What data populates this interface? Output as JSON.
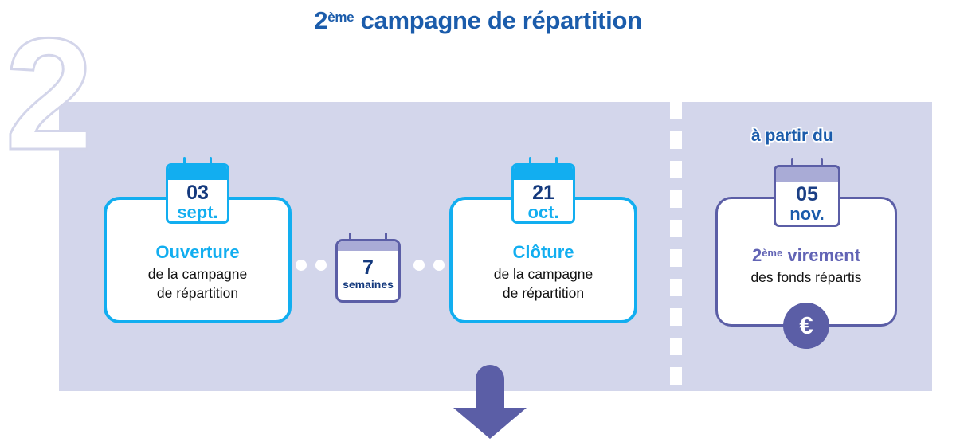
{
  "title": {
    "prefix": "2",
    "sup": "ème",
    "rest": " campagne de répartition"
  },
  "step_numeral": "2",
  "colors": {
    "band": "#d3d6eb",
    "title_blue": "#1b5cab",
    "cyan": "#12aef0",
    "navy": "#14397d",
    "purple": "#5b5ea6",
    "purple_light": "#a9abd6",
    "purple_text": "#6264b5",
    "white": "#ffffff"
  },
  "cards": [
    {
      "id": "ouverture",
      "calendar": {
        "day": "03",
        "month": "sept.",
        "theme": "cyan"
      },
      "heading": "Ouverture",
      "subtitle_lines": [
        "de la campagne",
        "de répartition"
      ],
      "theme": "cyan"
    },
    {
      "id": "cloture",
      "calendar": {
        "day": "21",
        "month": "oct.",
        "theme": "cyan"
      },
      "heading": "Clôture",
      "subtitle_lines": [
        "de la campagne",
        "de répartition"
      ],
      "theme": "cyan"
    },
    {
      "id": "virement",
      "caption": "à partir du",
      "calendar": {
        "day": "05",
        "month": "nov.",
        "theme": "purple"
      },
      "heading_prefix": "2",
      "heading_sup": "ème",
      "heading_rest": " virement",
      "subtitle_lines": [
        "des fonds répartis"
      ],
      "theme": "purple",
      "badge": "€"
    }
  ],
  "duration": {
    "value": "7",
    "unit": "semaines"
  },
  "icons": {
    "calendar": "calendar-icon",
    "euro": "euro-icon",
    "arrow": "arrow-down-icon",
    "divider": "dashed-divider"
  }
}
